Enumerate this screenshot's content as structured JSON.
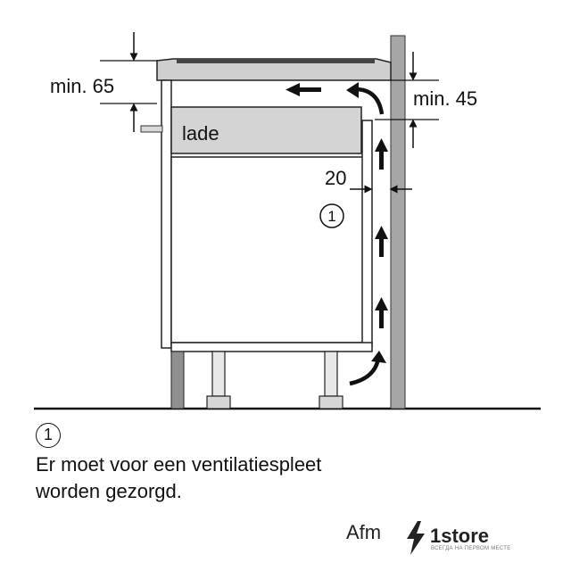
{
  "labels": {
    "min_top": "min. 65",
    "min_side": "min. 45",
    "gap": "20",
    "drawer": "lade",
    "marker": "1"
  },
  "note": {
    "marker": "1",
    "line1": "Er moet voor een ventilatiespleet",
    "line2": "worden gezorgd."
  },
  "footer": {
    "label": "Afm",
    "logo_name": "1store",
    "logo_tagline": "ВСЕГДА НА ПЕРВОМ МЕСТЕ"
  },
  "colors": {
    "line": "#1a1a1a",
    "wall": "#a6a6a6",
    "drawer_fill": "#d4d4d4",
    "hob": "#cfcfcf",
    "leg": "#e8e8e8"
  },
  "icons": [
    "airflow-arrow-icon",
    "curved-arrow-icon",
    "lightning-logo-icon",
    "circle-marker-icon"
  ]
}
